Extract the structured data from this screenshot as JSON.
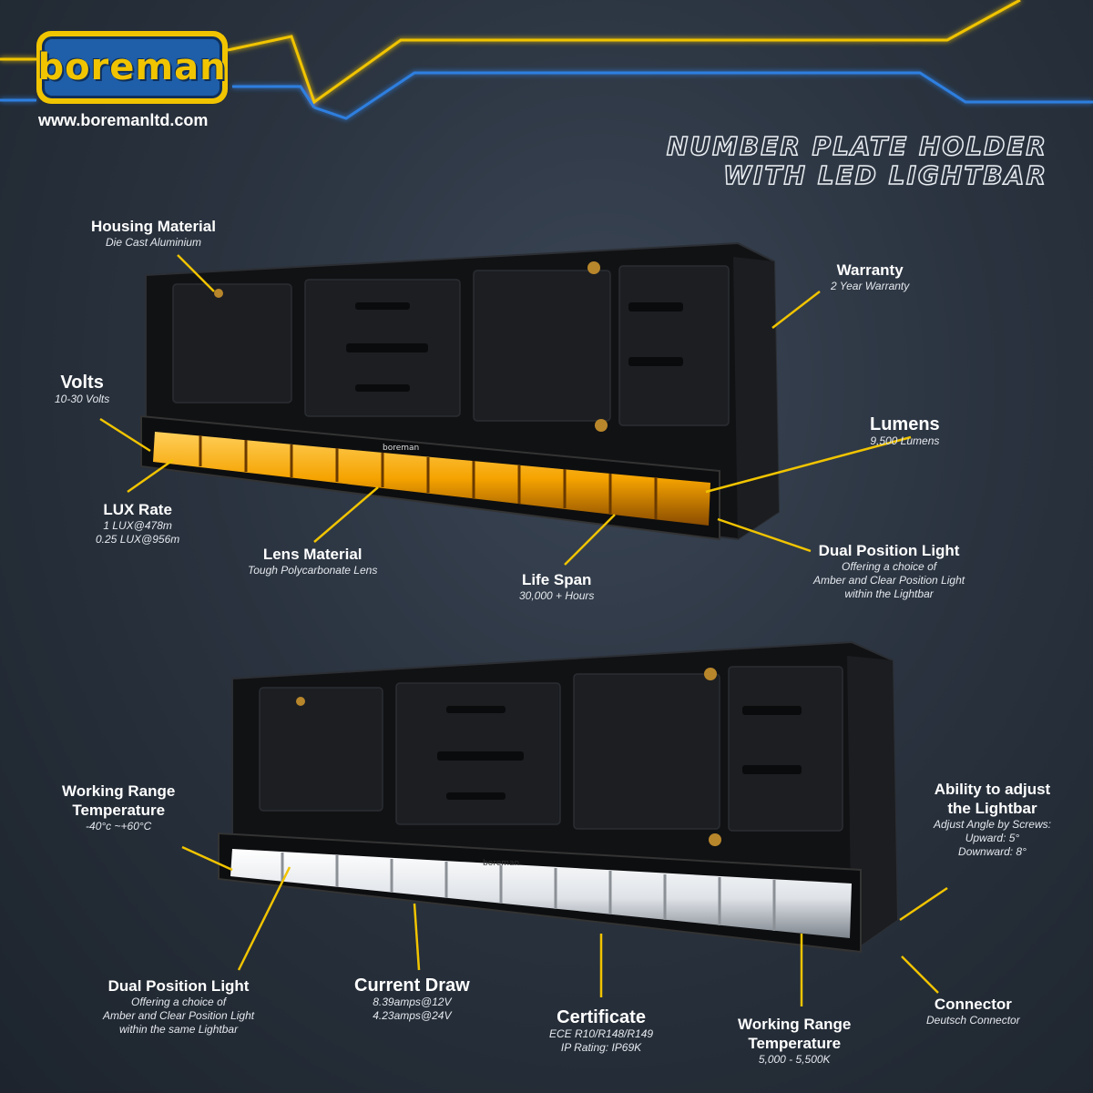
{
  "brand": {
    "logo_text": "boreman",
    "website": "www.boremanltd.com",
    "accent_color": "#f1c400",
    "logo_blue": "#1f5ea8"
  },
  "title": {
    "line1": "NUMBER PLATE HOLDER",
    "line2": "WITH LED LIGHTBAR"
  },
  "product_top": {
    "bar_logo": "boreman",
    "light_color": "#f5a300"
  },
  "product_bottom": {
    "bar_logo": "boreman",
    "light_color": "#ffffff"
  },
  "features_top": [
    {
      "heading": "Housing Material",
      "detail": [
        "Die Cast Aluminium"
      ]
    },
    {
      "heading": "Warranty",
      "detail": [
        "2 Year Warranty"
      ]
    },
    {
      "heading": "Volts",
      "detail": [
        "10-30 Volts"
      ]
    },
    {
      "heading": "Lumens",
      "detail": [
        "9,500 Lumens"
      ]
    },
    {
      "heading": "LUX Rate",
      "detail": [
        "1 LUX@478m",
        "0.25 LUX@956m"
      ]
    },
    {
      "heading": "Lens Material",
      "detail": [
        "Tough Polycarbonate Lens"
      ]
    },
    {
      "heading": "Life Span",
      "detail": [
        "30,000 + Hours"
      ]
    },
    {
      "heading": "Dual Position Light",
      "detail": [
        "Offering a choice of",
        "Amber and Clear Position Light",
        "within the Lightbar"
      ]
    }
  ],
  "features_bottom": [
    {
      "heading": [
        "Working Range",
        "Temperature"
      ],
      "detail": [
        "-40°c ~+60°C"
      ]
    },
    {
      "heading": [
        "Ability to adjust",
        "the Lightbar"
      ],
      "detail": [
        "Adjust Angle by Screws:",
        "Upward: 5°",
        "Downward: 8°"
      ]
    },
    {
      "heading": [
        "Dual Position Light"
      ],
      "detail": [
        "Offering a choice of",
        "Amber and Clear Position Light",
        "within the same Lightbar"
      ]
    },
    {
      "heading": [
        "Current Draw"
      ],
      "detail": [
        "8.39amps@12V",
        "4.23amps@24V"
      ]
    },
    {
      "heading": [
        "Certificate"
      ],
      "detail": [
        "ECE R10/R148/R149",
        "IP Rating: IP69K"
      ]
    },
    {
      "heading": [
        "Working Range",
        "Temperature"
      ],
      "detail": [
        "5,000 - 5,500K"
      ]
    },
    {
      "heading": [
        "Connector"
      ],
      "detail": [
        "Deutsch Connector"
      ]
    }
  ]
}
